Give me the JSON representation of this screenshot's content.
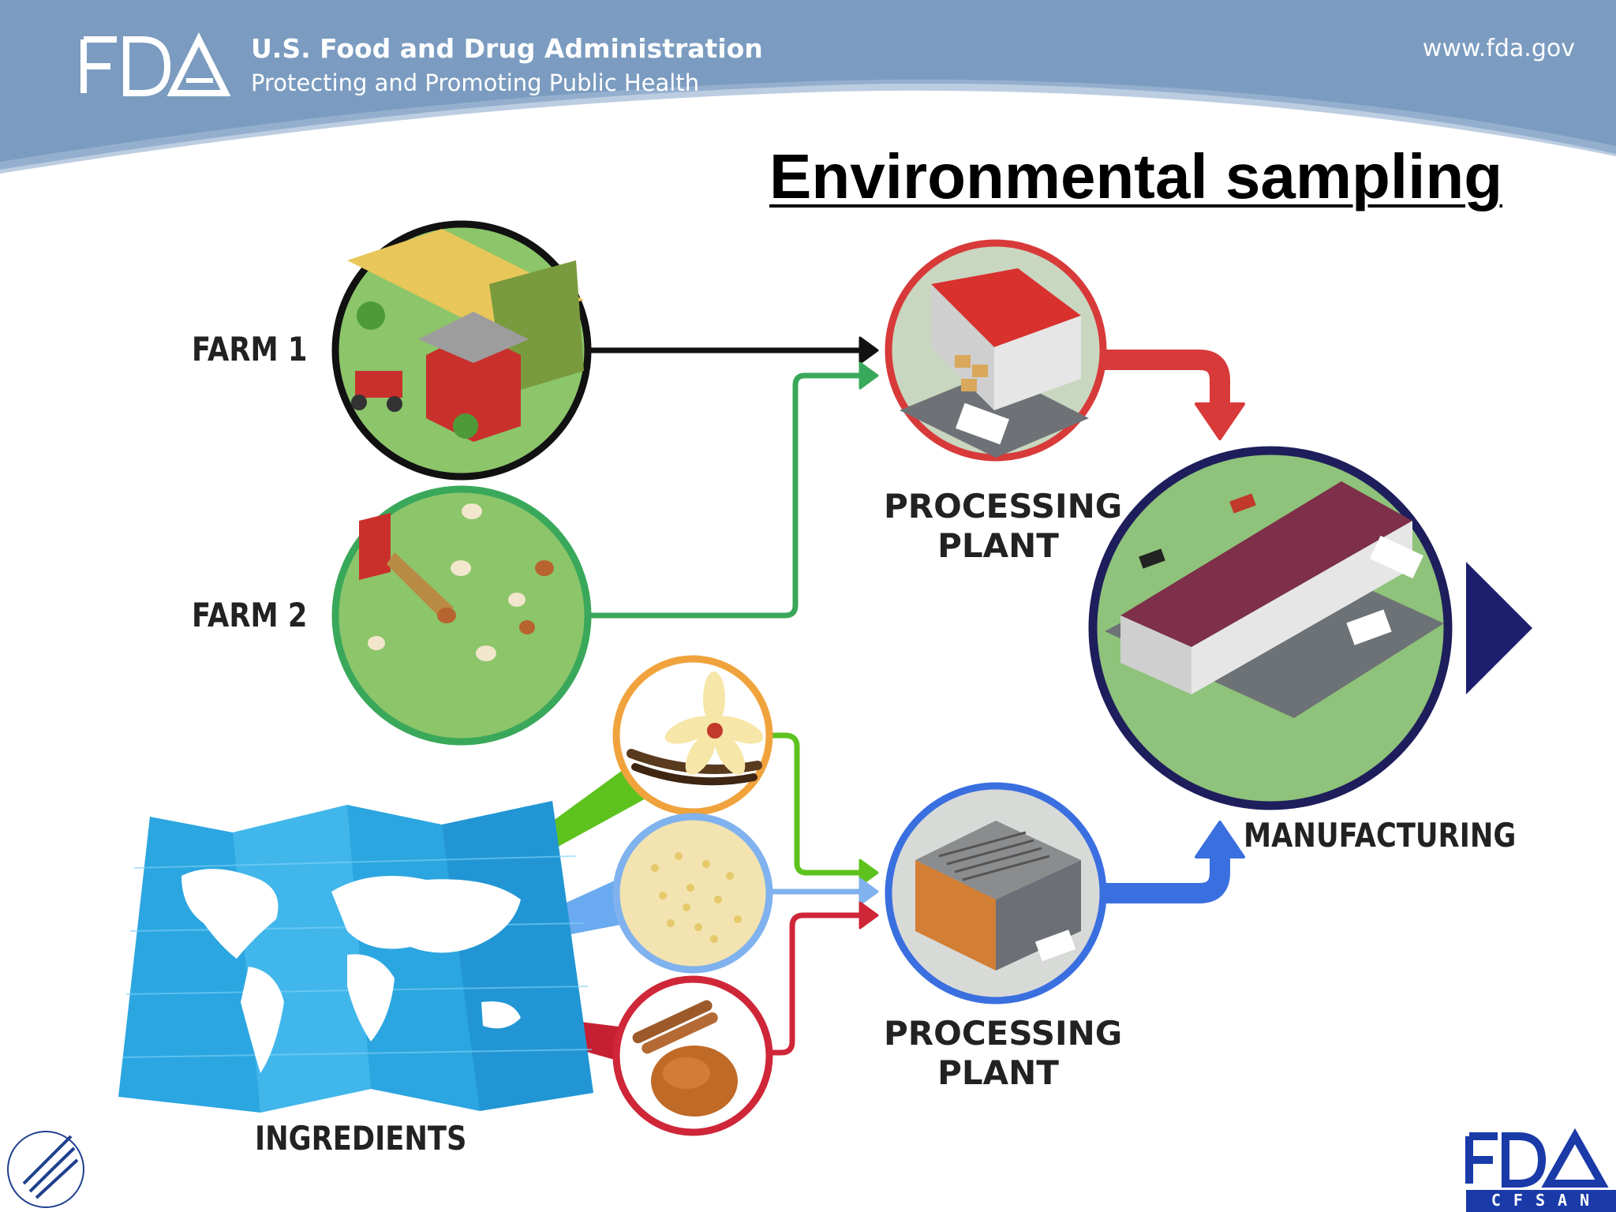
{
  "header": {
    "org_name": "U.S. Food and Drug Administration",
    "tagline": "Protecting and Promoting Public Health",
    "website": "www.fda.gov",
    "logo_text": "FDA",
    "background_color": "#7b9cc0"
  },
  "slide": {
    "title": "Environmental sampling"
  },
  "diagram": {
    "sources": [
      {
        "label": "FARM 1",
        "ring_color": "#111111"
      },
      {
        "label": "FARM 2",
        "ring_color": "#3aa85a"
      }
    ],
    "ingredients": {
      "label": "INGREDIENTS",
      "items": [
        {
          "name": "vanilla",
          "ring_color": "#f0a33c",
          "beam_color": "#5ec21e"
        },
        {
          "name": "sesame-seeds",
          "ring_color": "#7fb2ee",
          "beam_color": "#6aaaf0"
        },
        {
          "name": "cinnamon",
          "ring_color": "#cf2638",
          "beam_color": "#c41f33"
        }
      ]
    },
    "processing_plants": [
      {
        "label_line1": "PROCESSING",
        "label_line2": "PLANT",
        "ring_color": "#d83a3a"
      },
      {
        "label_line1": "PROCESSING",
        "label_line2": "PLANT",
        "ring_color": "#3a6fe0"
      }
    ],
    "manufacturing": {
      "label": "MANUFACTURING",
      "ring_color": "#1e1e5c"
    }
  },
  "footer": {
    "left_logo": "hhs-eagle-seal-icon",
    "right_logo_main": "FDA",
    "right_logo_sub": "C F S A N"
  }
}
